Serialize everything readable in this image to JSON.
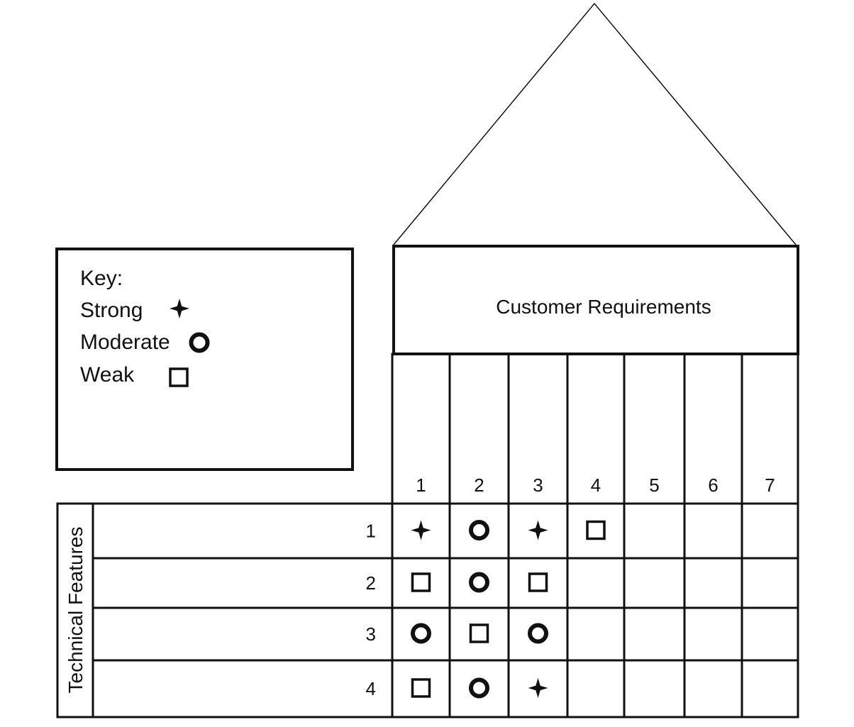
{
  "key": {
    "title": "Key:",
    "items": [
      {
        "label": "Strong",
        "symbol": "star"
      },
      {
        "label": "Moderate",
        "symbol": "circle"
      },
      {
        "label": "Weak",
        "symbol": "square"
      }
    ]
  },
  "header": {
    "title": "Customer Requirements"
  },
  "side_label": "Technical Features",
  "columns": [
    "1",
    "2",
    "3",
    "4",
    "5",
    "6",
    "7"
  ],
  "rows": [
    "1",
    "2",
    "3",
    "4"
  ],
  "matrix": [
    [
      "star",
      "circle",
      "star",
      "square",
      "",
      "",
      ""
    ],
    [
      "square",
      "circle",
      "square",
      "",
      "",
      "",
      ""
    ],
    [
      "circle",
      "square",
      "circle",
      "",
      "",
      "",
      ""
    ],
    [
      "square",
      "circle",
      "star",
      "",
      "",
      "",
      ""
    ]
  ]
}
